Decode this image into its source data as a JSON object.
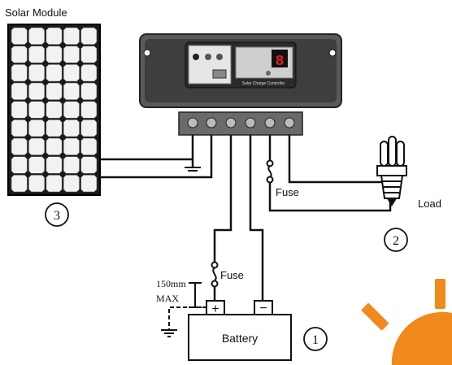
{
  "labels": {
    "solar_module": "Solar Module",
    "fuse_load": "Fuse",
    "fuse_battery": "Fuse",
    "load": "Load",
    "battery": "Battery",
    "spacing_value": "150mm",
    "spacing_max": "MAX"
  },
  "callouts": {
    "solar": "3",
    "load": "2",
    "battery": "1"
  },
  "controller": {
    "display_digit": "8",
    "caption": "Solar Charge Controller"
  },
  "battery_terminals": {
    "positive": "+",
    "negative": "−"
  },
  "colors": {
    "wire": "#111111",
    "controller_body": "#4a4a4a",
    "controller_face": "#2c2c2c",
    "panel_cell": "#f2f2f2",
    "panel_frame": "#222222",
    "digit": "#e02020",
    "accent_sun": "#f08a1c"
  }
}
